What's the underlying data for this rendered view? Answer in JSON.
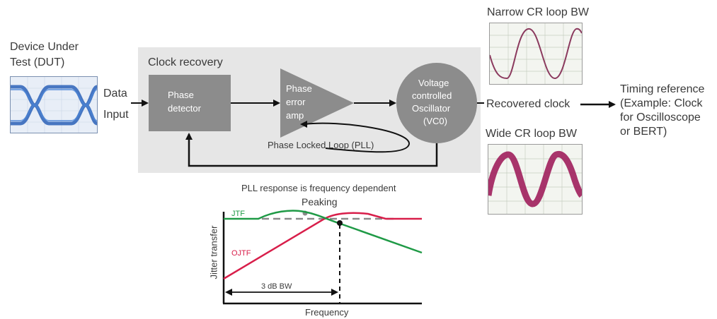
{
  "dut": {
    "label_line1": "Device Under",
    "label_line2": "Test (DUT)"
  },
  "data_input": {
    "line1": "Data",
    "line2": "Input"
  },
  "clock_recovery": {
    "title": "Clock recovery",
    "phase_detector": {
      "line1": "Phase",
      "line2": "detector"
    },
    "phase_error_amp": {
      "line1": "Phase",
      "line2": "error",
      "line3": "amp"
    },
    "vco": {
      "line1": "Voltage",
      "line2": "controlled",
      "line3": "Oscillator",
      "line4": "(VC0)"
    },
    "pll_label": "Phase Locked Loop (PLL)"
  },
  "recovered_clock": "Recovered clock",
  "timing_reference": {
    "line1": "Timing reference",
    "line2": "(Example: Clock",
    "line3": "for Oscilloscope",
    "line4": "or BERT)"
  },
  "narrow_bw": {
    "label": "Narrow CR loop BW"
  },
  "wide_bw": {
    "label": "Wide CR loop BW"
  },
  "response_chart": {
    "title": "PLL response is frequency dependent",
    "peaking_label": "Peaking",
    "ylabel": "Jitter transfer",
    "xlabel": "Frequency",
    "bw_label": "3 dB BW",
    "jtf_label": "JTF",
    "ojtf_label": "OJTF"
  },
  "colors": {
    "panel_bg": "#e6e6e6",
    "block_gray": "#8c8c8c",
    "jtf_green": "#1f9a46",
    "ojtf_red": "#d81e4a",
    "sine_narrow": "#8b3a5e",
    "sine_wide": "#a01f5c",
    "eye_blue": "#2b62b8"
  }
}
